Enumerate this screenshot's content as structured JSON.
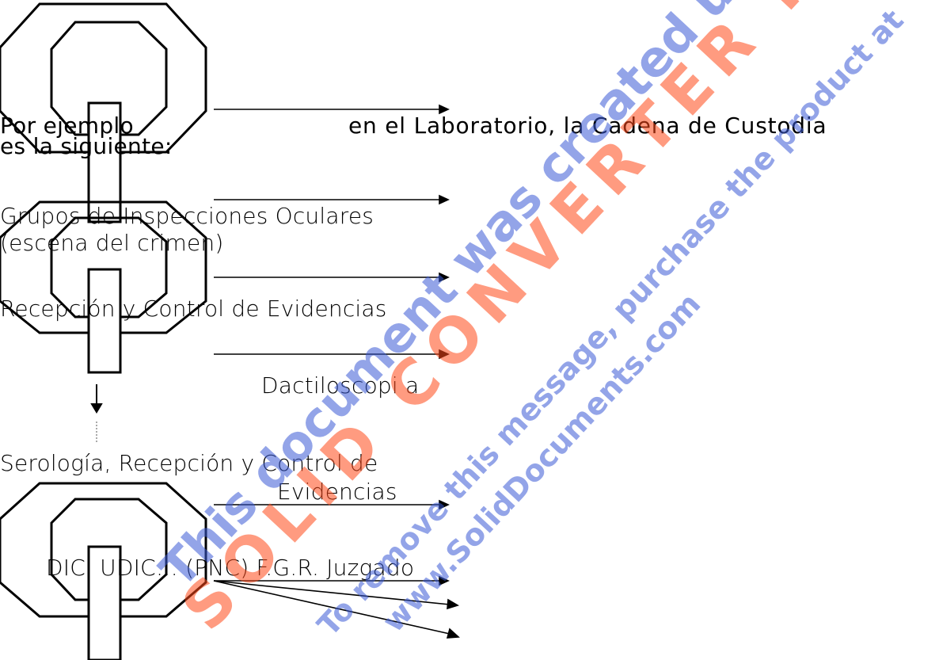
{
  "intro": {
    "line1_left": "Por ejemplo",
    "line1_right": "en el Laboratorio, la Cadena de Custodia",
    "line2": "es la siguiente:"
  },
  "steps": {
    "s1_line1": "Grupos de Inspecciones Oculares",
    "s1_line2": "(escena del crimen)",
    "s2": "Recepción y Control de Evidencias",
    "s3": "Dactiloscopi a",
    "s4_line1": "Serología, Recepción y Control de",
    "s4_line2": "Evidencias",
    "s5": "DIC, UDIC… (PNC) F.G.R. Juzgado"
  },
  "watermark": {
    "line1": "This document was created using",
    "line2": "SOLID CONVERTER PDF",
    "line3": "To remove this message, purchase the product at",
    "line4": "www.SolidDocuments.com",
    "colors": {
      "blue": "#3b5bd6",
      "orange": "#ff4a1a"
    }
  }
}
